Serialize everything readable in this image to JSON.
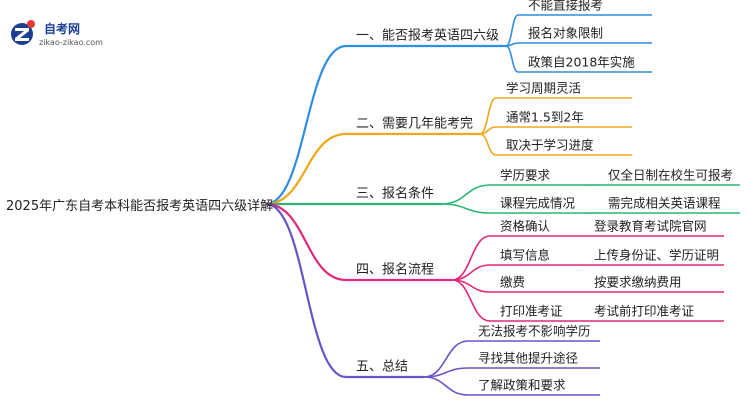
{
  "logo": {
    "name": "自考网",
    "url": "zikao-zikao.com"
  },
  "root": "2025年广东自考本科能否报考英语四六级详解",
  "branches": [
    {
      "label": "一、能否报考英语四六级",
      "color": "#2f8de4",
      "children": [
        {
          "label": "不能直接报考"
        },
        {
          "label": "报名对象限制"
        },
        {
          "label": "政策自2018年实施"
        }
      ]
    },
    {
      "label": "二、需要几年能考完",
      "color": "#f0a818",
      "children": [
        {
          "label": "学习周期灵活"
        },
        {
          "label": "通常1.5到2年"
        },
        {
          "label": "取决于学习进度"
        }
      ]
    },
    {
      "label": "三、报名条件",
      "color": "#2bb673",
      "children": [
        {
          "label": "学历要求",
          "detail": "仅全日制在校生可报考"
        },
        {
          "label": "课程完成情况",
          "detail": "需完成相关英语课程"
        }
      ]
    },
    {
      "label": "四、报名流程",
      "color": "#e0297a",
      "children": [
        {
          "label": "资格确认",
          "detail": "登录教育考试院官网"
        },
        {
          "label": "填写信息",
          "detail": "上传身份证、学历证明"
        },
        {
          "label": "缴费",
          "detail": "按要求缴纳费用"
        },
        {
          "label": "打印准考证",
          "detail": "考试前打印准考证"
        }
      ]
    },
    {
      "label": "五、总结",
      "color": "#6a52c9",
      "children": [
        {
          "label": "无法报考不影响学历"
        },
        {
          "label": "寻找其他提升途径"
        },
        {
          "label": "了解政策和要求"
        }
      ]
    }
  ]
}
